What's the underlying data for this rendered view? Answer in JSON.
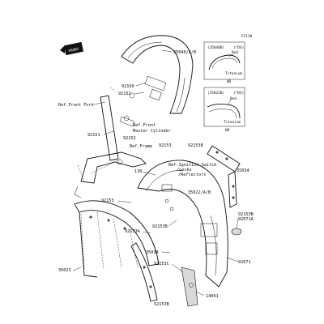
{
  "diagram": {
    "code": "F2130",
    "front_badge": "FRONT",
    "inset_a": {
      "title": "(35040B)",
      "red": "Red",
      "titanium": "Titanium",
      "ref_code": "(*DS)",
      "symbol": "WD"
    },
    "inset_b": {
      "title": "(35022B)",
      "red": "Red",
      "titanium": "Titanium",
      "ref_code": "(*DS)",
      "symbol": "WD"
    },
    "labels": {
      "p35040": "35040/A/B",
      "p92160": "92160",
      "p92152a": "92152",
      "ref_front_fork": "Ref.Front Fork",
      "ref_front_master_1": "Ref.Front",
      "ref_front_master_2": "Master Cylinder",
      "p92151": "92151",
      "p92152b": "92152",
      "ref_frame": "Ref.Frame",
      "p92153a": "92153",
      "p92153b_top": "92153B",
      "p92153b_right": "92153B",
      "p92153b_mid": "92153B",
      "p92153b_bot": "92153B",
      "p35034_top": "35034",
      "p35034_bot": "35034",
      "ref_ignition_1": "Ref.Ignition Switch",
      "ref_ignition_2": "/Locks",
      "ref_ignition_3": "/Reflectors",
      "p130": "130",
      "p35022": "35022/A/B",
      "p92153_left": "92153",
      "p92071a": "92071A",
      "p92153a_left": "92153A",
      "p35023": "35023",
      "p92153c": "92153C",
      "p92071": "92071",
      "p14091": "14091"
    }
  }
}
